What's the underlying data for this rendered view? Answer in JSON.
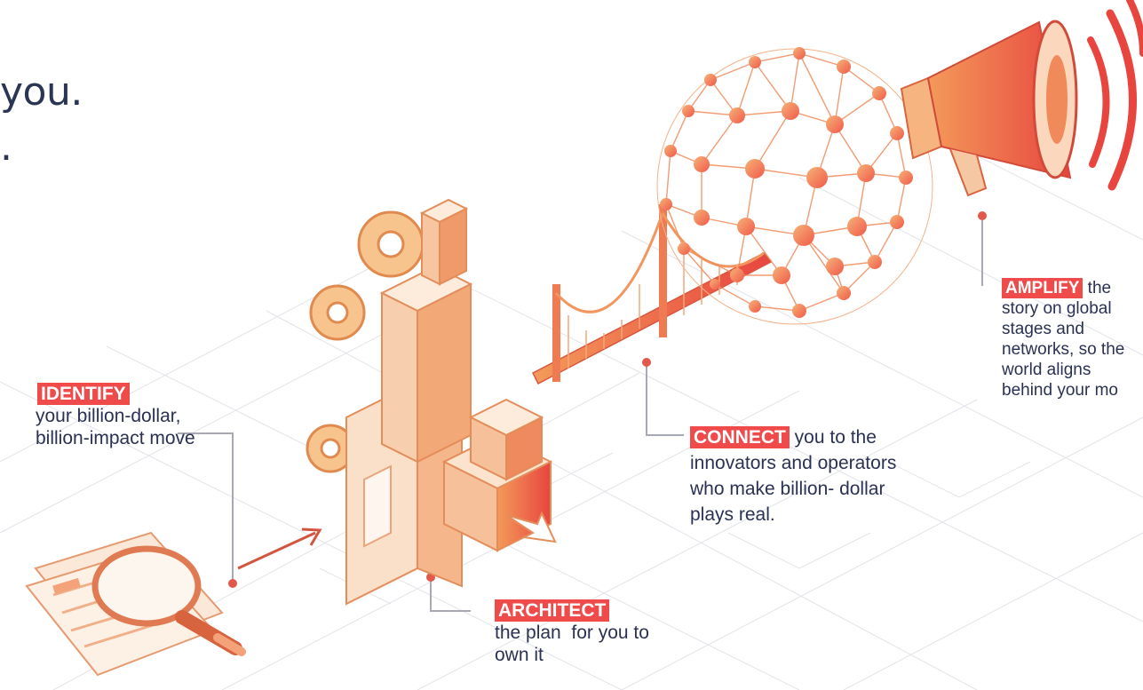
{
  "headline": {
    "line1": "you.",
    "line2": "."
  },
  "callouts": {
    "identify": {
      "tag": "IDENTIFY",
      "line1": "your billion-dollar,",
      "line2": "billion-impact move"
    },
    "architect": {
      "tag": "ARCHITECT",
      "line1": "the plan  for you to",
      "line2": "own it"
    },
    "connect": {
      "tag": "CONNECT",
      "tail": " you to the",
      "line2": "innovators and operators",
      "line3": "who make billion- dollar",
      "line4": "plays real."
    },
    "amplify": {
      "tag": "AMPLIFY",
      "tail": " the",
      "line2": "story on global",
      "line3": "stages and",
      "line4": "networks, so the",
      "line5": "world aligns",
      "line6": "behind your mo"
    }
  },
  "colors": {
    "accent": "#ef4b4b",
    "text": "#2a3153",
    "line": "#b9bcc6",
    "orange": "#f08a4b",
    "peach": "#f6c7a3"
  }
}
